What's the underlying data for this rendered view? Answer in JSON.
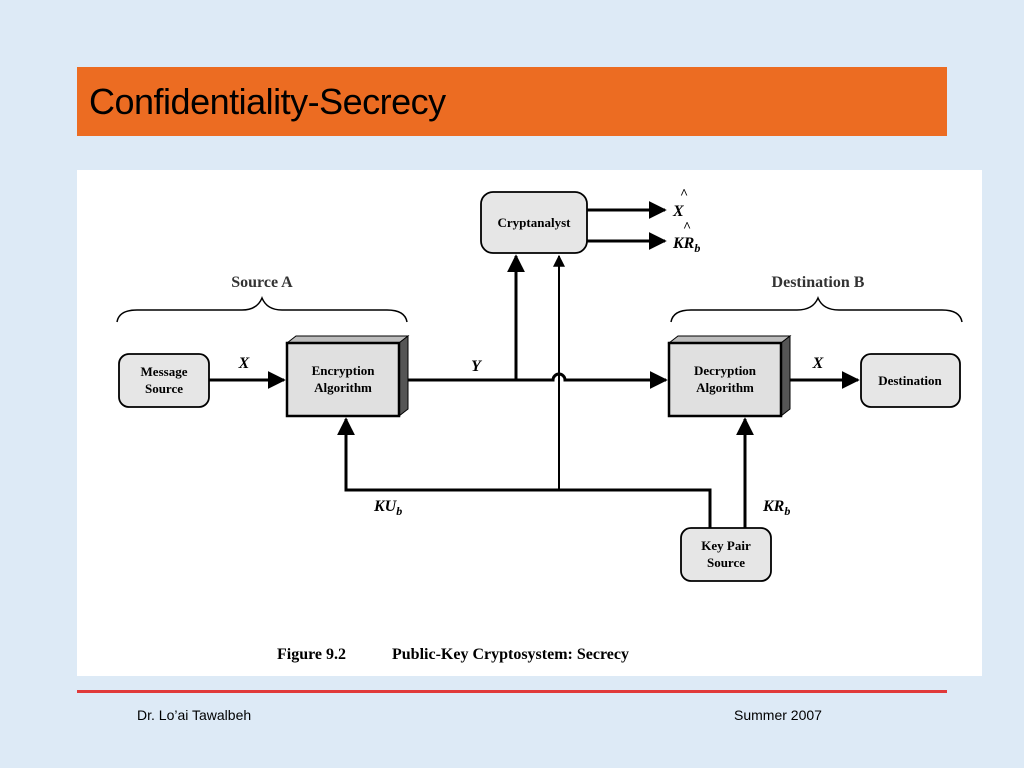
{
  "slide": {
    "title": "Confidentiality-Secrecy",
    "footer_left": "Dr. Lo’ai Tawalbeh",
    "footer_right": "Summer 2007"
  },
  "diagram": {
    "source_group": "Source A",
    "destination_group": "Destination B",
    "message_source": [
      "Message",
      "Source"
    ],
    "encryption_algorithm": [
      "Encryption",
      "Algorithm"
    ],
    "decryption_algorithm": [
      "Decryption",
      "Algorithm"
    ],
    "destination": "Destination",
    "cryptanalyst": "Cryptanalyst",
    "key_pair_source": [
      "Key Pair",
      "Source"
    ],
    "label_x_in": "X",
    "label_y": "Y",
    "label_x_out": "X",
    "label_x_hat": "X",
    "label_kr_hat": "KR",
    "label_kr_hat_sub": "b",
    "label_ku": "KU",
    "label_ku_sub": "b",
    "label_kr": "KR",
    "label_kr_sub": "b",
    "caption_number": "Figure 9.2",
    "caption_text": "Public-Key Cryptosystem: Secrecy"
  }
}
